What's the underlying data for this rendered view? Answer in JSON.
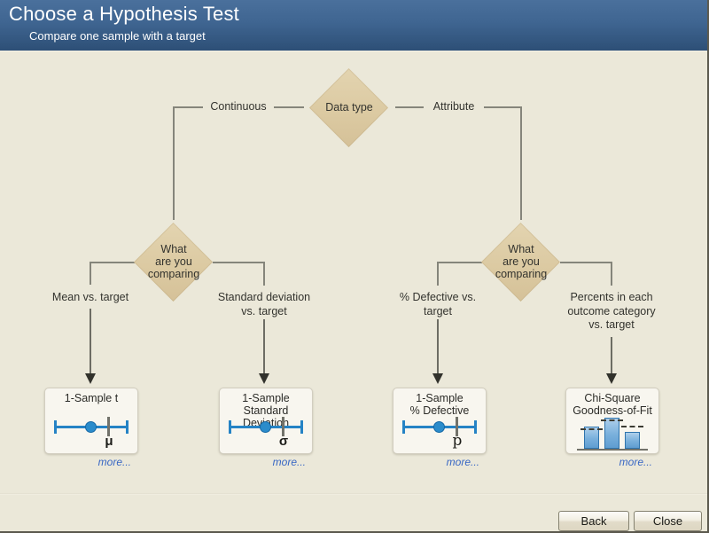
{
  "header": {
    "title": "Choose a Hypothesis Test",
    "subtitle": "Compare one sample with a target"
  },
  "tree": {
    "root_label": "Data type",
    "left_branch_label": "Continuous",
    "right_branch_label": "Attribute",
    "decision_lines": [
      "What",
      "are you",
      "comparing"
    ],
    "branches": [
      {
        "lines": [
          "Mean vs. target"
        ]
      },
      {
        "lines": [
          "Standard deviation",
          "vs. target"
        ]
      },
      {
        "lines": [
          "% Defective vs.",
          "target"
        ]
      },
      {
        "lines": [
          "Percents in each",
          "outcome category",
          "vs. target"
        ]
      }
    ]
  },
  "cards": [
    {
      "title_lines": [
        "1-Sample t"
      ],
      "symbol": "μ",
      "icon": "interval-plot-icon",
      "more_label": "more..."
    },
    {
      "title_lines": [
        "1-Sample",
        "Standard Deviation"
      ],
      "symbol": "σ",
      "icon": "interval-plot-icon",
      "more_label": "more..."
    },
    {
      "title_lines": [
        "1-Sample",
        "% Defective"
      ],
      "symbol": "p",
      "icon": "interval-plot-icon",
      "more_label": "more..."
    },
    {
      "title_lines": [
        "Chi-Square",
        "Goodness-of-Fit"
      ],
      "icon": "bar-chart-icon",
      "more_label": "more..."
    }
  ],
  "footer": {
    "back_label": "Back",
    "close_label": "Close"
  },
  "colors": {
    "header_top": "#4a709c",
    "header_bottom": "#2d4f76",
    "background": "#ebe8d9",
    "diamond_fill": "#dbc9a1",
    "accent_blue": "#2583c5",
    "link_blue": "#3766c4",
    "connector_gray": "#85857b",
    "arrow_dark": "#32322c"
  }
}
